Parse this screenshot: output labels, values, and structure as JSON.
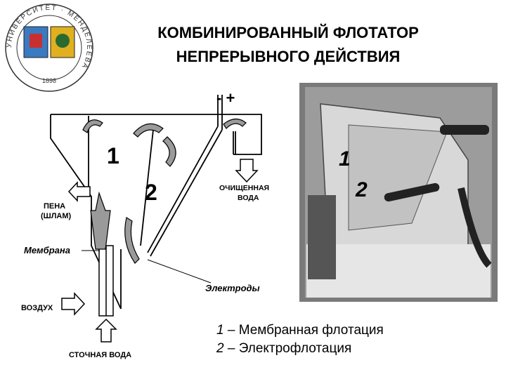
{
  "title": {
    "line1": "КОМБИНИРОВАННЫЙ ФЛОТАТОР",
    "line2": "НЕПРЕРЫВНОГО ДЕЙСТВИЯ"
  },
  "logo": {
    "ring_text": "УНИВЕРСИТЕТ · МЕНДЕЛЕЕВА",
    "year": "1898"
  },
  "diagram": {
    "polarity": "- +",
    "zone1": "1",
    "zone2": "2",
    "foam_label_1": "ПЕНА",
    "foam_label_2": "(ШЛАМ)",
    "clean_water_1": "ОЧИЩЕННАЯ",
    "clean_water_2": "ВОДА",
    "membrane": "Мембрана",
    "electrodes": "Электроды",
    "air": "ВОЗДУХ",
    "waste_water": "СТОЧНАЯ ВОДА"
  },
  "photo": {
    "label1": "1",
    "label2": "2"
  },
  "legend": {
    "line1_num": "1",
    "line1_text": " – Мембранная флотация",
    "line2_num": "2",
    "line2_text": " – Электрофлотация"
  },
  "colors": {
    "arrow_fill": "#9a9a9a",
    "line": "#000000",
    "photo_bg": "#7a7a7a"
  }
}
